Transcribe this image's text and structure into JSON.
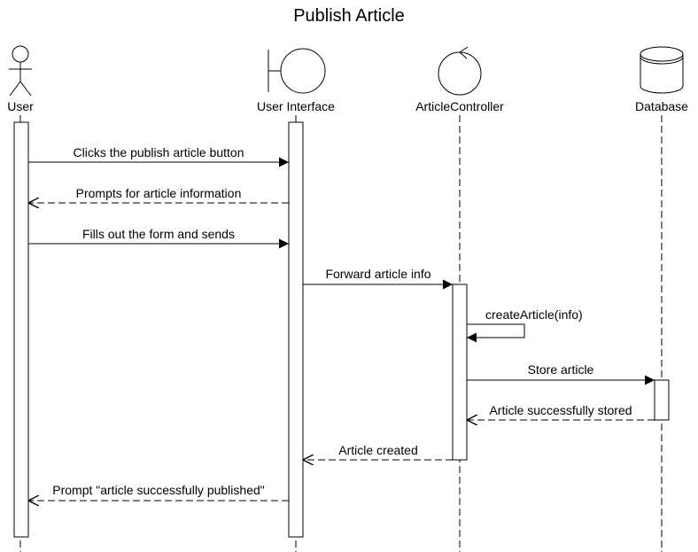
{
  "diagram": {
    "title": "Publish Article",
    "participants": {
      "user": "User",
      "ui": "User Interface",
      "controller": "ArticleController",
      "database": "Database"
    },
    "messages": {
      "m1": "Clicks the publish article button",
      "m2": "Prompts for article information",
      "m3": "Fills out the form and sends",
      "m4": "Forward article info",
      "m5": "createArticle(info)",
      "m6": "Store article",
      "m7": "Article successfully stored",
      "m8": "Article created",
      "m9": "Prompt \"article successfully published\""
    }
  }
}
